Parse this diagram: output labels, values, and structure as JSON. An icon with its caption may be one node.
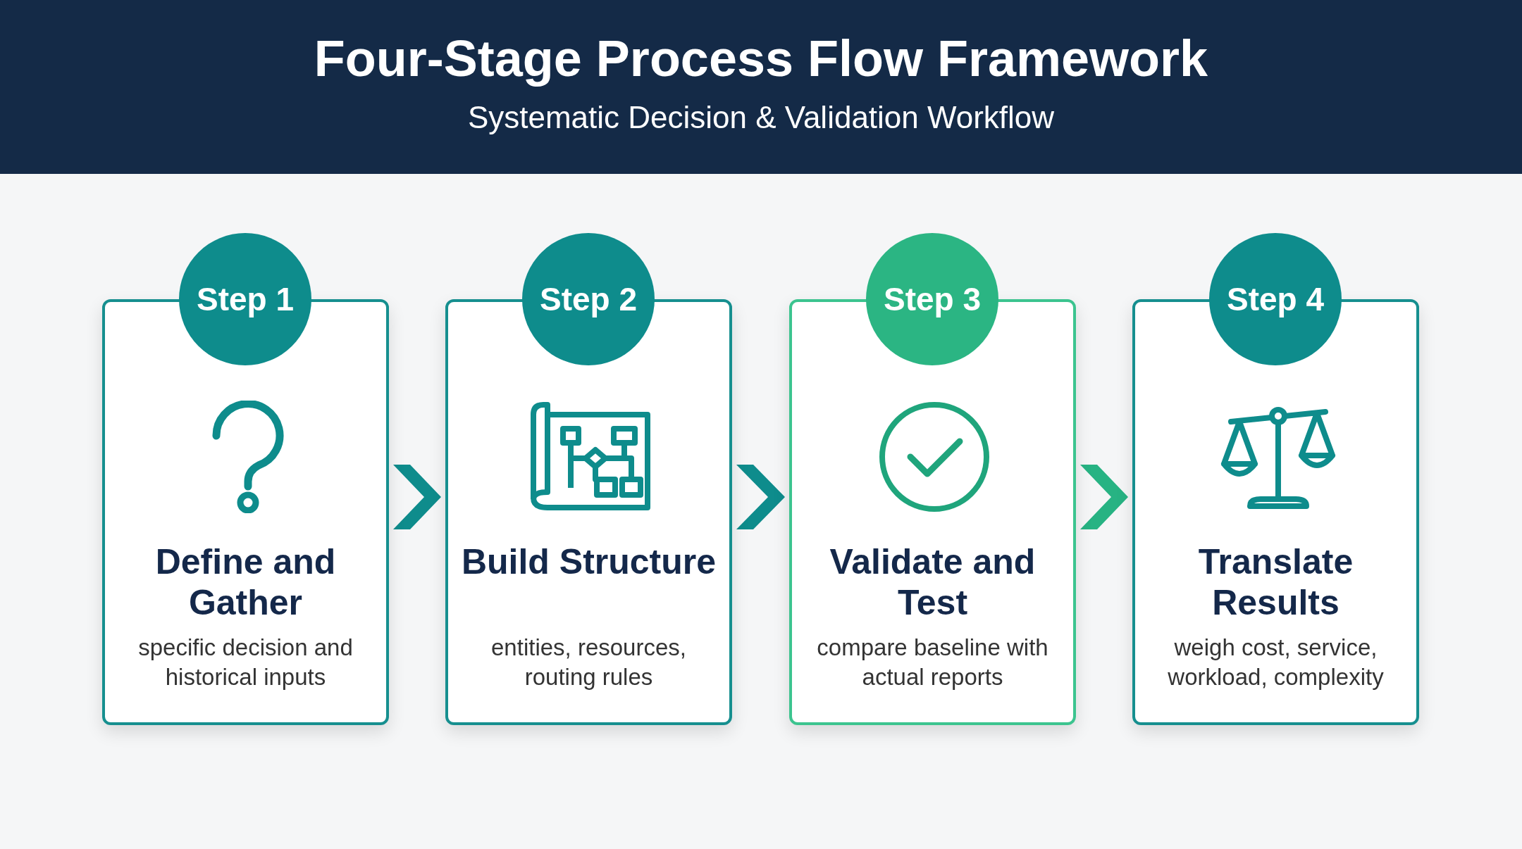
{
  "diagram": {
    "title": "Four-Stage Process Flow Framework",
    "caption": "Systematic Decision & Validation Workflow",
    "nodes": [
      {
        "text": [
          "Define and Gather",
          "specific decision and historical inputs"
        ]
      },
      {
        "text": [
          "Build Structure",
          "entities, resources, routing rules"
        ]
      },
      {
        "text": [
          "Validate and Test",
          "compare baseline with actual reports"
        ]
      },
      {
        "text": [
          "Translate Results",
          "weigh cost, service, workload, complexity"
        ]
      },
      {
        "text": [
          "Step 1"
        ]
      },
      {
        "text": [
          "Step 2"
        ]
      },
      {
        "text": [
          "Step 3"
        ]
      },
      {
        "text": [
          "Step 4"
        ]
      }
    ],
    "edges": [
      {
        "from": 0,
        "to": 1,
        "arrow": "to"
      },
      {
        "from": 1,
        "to": 2,
        "arrow": "to"
      },
      {
        "from": 2,
        "to": 3,
        "arrow": "to",
        "color": "#27b383"
      }
    ]
  }
}
